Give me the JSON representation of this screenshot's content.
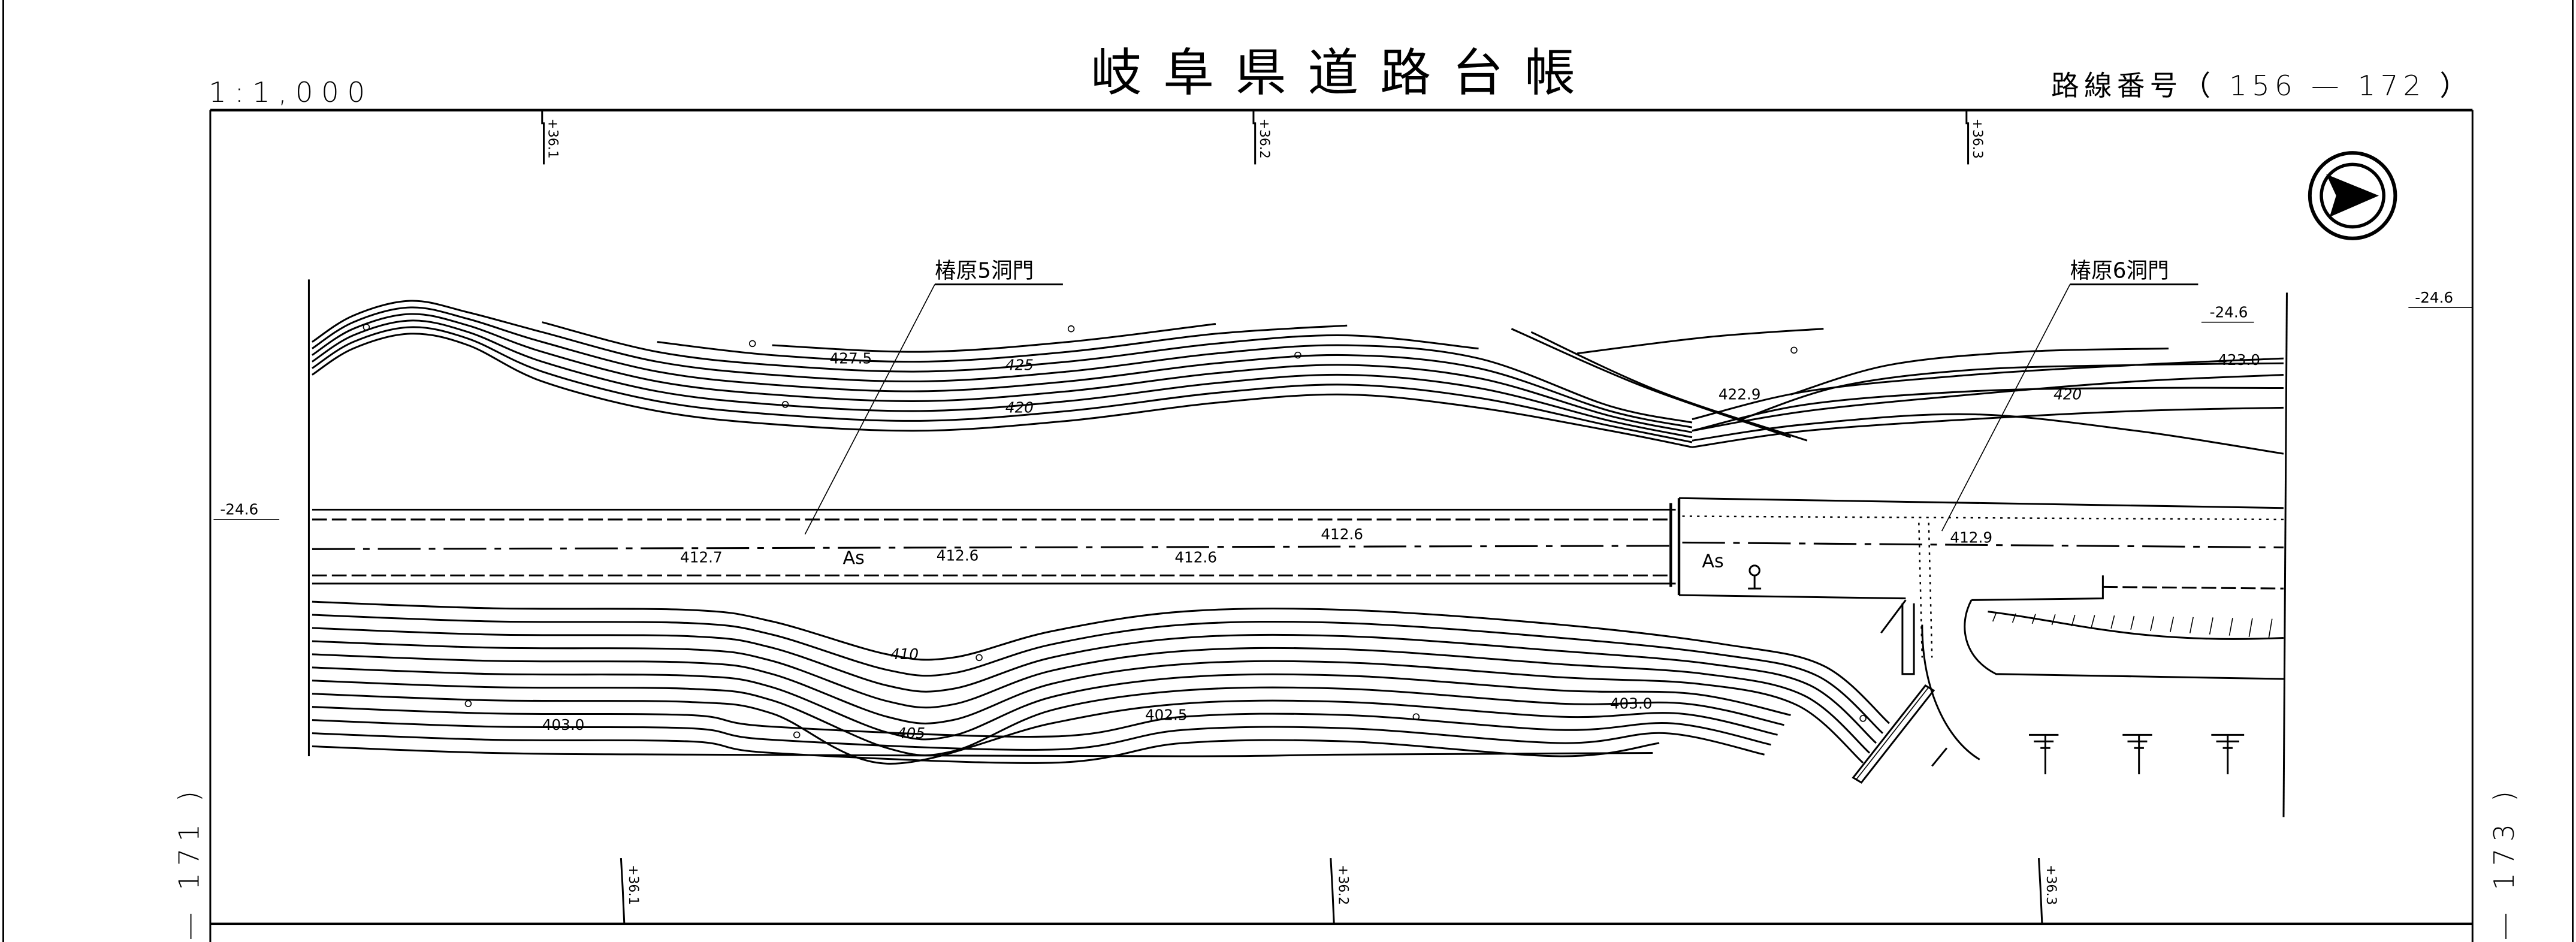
{
  "header": {
    "scale": "1:1,000",
    "title": "岐阜県道路台帳",
    "route_number": "路線番号（ 156 — 172 ）"
  },
  "side_labels": {
    "left": "— 171 )",
    "right": "— 173 )"
  },
  "stations": {
    "top": [
      "+36.1",
      "+36.2",
      "+36.3"
    ],
    "bottom": [
      "+36.1",
      "+36.2",
      "+36.3"
    ]
  },
  "offsets": [
    "-24.6",
    "-24.6",
    "-24.6"
  ],
  "structures": [
    {
      "label": "椿原5洞門"
    },
    {
      "label": "椿原6洞門"
    }
  ],
  "surface": [
    "As",
    "As"
  ],
  "elevations": {
    "upper": [
      "427.5",
      "425",
      "420",
      "422.9",
      "423.0",
      "420"
    ],
    "road": [
      "412.7",
      "412.6",
      "412.6",
      "412.6",
      "412.9"
    ],
    "lower": [
      "410",
      "405",
      "403.0",
      "402.5",
      "403.0"
    ]
  },
  "compass": {
    "icon": "north-arrow-icon"
  }
}
